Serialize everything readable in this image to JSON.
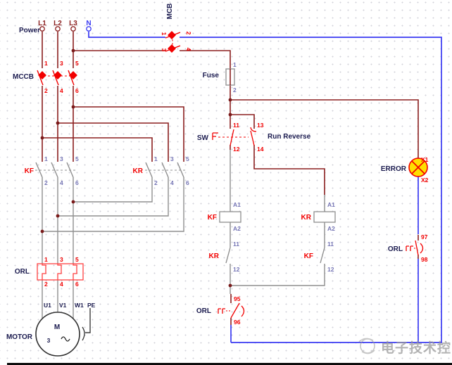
{
  "schematic": {
    "power": {
      "label": "Power",
      "l1": "L1",
      "l2": "L2",
      "l3": "L3",
      "n": "N"
    },
    "mccb": {
      "label": "MCCB",
      "pins_top": [
        "1",
        "3",
        "5"
      ],
      "pins_bottom": [
        "2",
        "4",
        "6"
      ]
    },
    "mcb": {
      "label": "MCB",
      "pins": [
        "1",
        "2",
        "3",
        "4"
      ]
    },
    "fuse": {
      "label": "Fuse",
      "pins": [
        "1",
        "2"
      ]
    },
    "sw": {
      "label": "SW",
      "caption": "Run Reverse",
      "pins": [
        "11",
        "13",
        "12",
        "14"
      ]
    },
    "kf_main": {
      "label": "KF",
      "pins_top": [
        "1",
        "3",
        "5"
      ],
      "pins_bottom": [
        "2",
        "4",
        "6"
      ]
    },
    "kr_main": {
      "label": "KR",
      "pins_top": [
        "1",
        "3",
        "5"
      ],
      "pins_bottom": [
        "2",
        "4",
        "6"
      ]
    },
    "kf_coil": {
      "label": "KF",
      "pins": [
        "A1",
        "A2"
      ]
    },
    "kr_coil": {
      "label": "KR",
      "pins": [
        "A1",
        "A2"
      ]
    },
    "kr_interlock": {
      "label": "KR",
      "pins": [
        "11",
        "12"
      ]
    },
    "kf_interlock": {
      "label": "KF",
      "pins": [
        "11",
        "12"
      ]
    },
    "orl_heater": {
      "label": "ORL",
      "pins_top": [
        "1",
        "3",
        "5"
      ],
      "pins_bottom": [
        "2",
        "4",
        "6"
      ]
    },
    "orl_nc": {
      "label": "ORL",
      "pins": [
        "95",
        "96"
      ]
    },
    "orl_no": {
      "label": "ORL",
      "pins": [
        "97",
        "98"
      ]
    },
    "lamp": {
      "label": "ERROR",
      "pins": [
        "X1",
        "X2"
      ]
    },
    "motor": {
      "label": "MOTOR",
      "letter": "M",
      "phases": "3",
      "pins": [
        "U1",
        "V1",
        "W1",
        "PE"
      ]
    },
    "watermark": {
      "text": "电子技术控"
    },
    "colors": {
      "phase_wire": "#8b1f1f",
      "neutral_wire": "#3a3af2",
      "control_wire": "#8f8f8f",
      "symbol_red": "#f20000",
      "pin_blue": "#7575b5",
      "label_navy": "#1b1b4f",
      "lamp_yellow": "#ffdf00"
    }
  }
}
